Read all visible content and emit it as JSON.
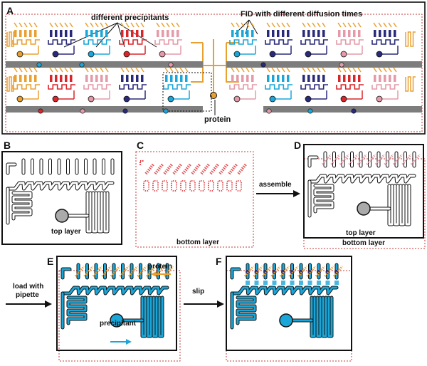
{
  "panels": {
    "A": {
      "label": "A",
      "annotations": {
        "different_precipitants": "different precipitants",
        "fid": "FID with different diffusion times",
        "protein": "protein"
      }
    },
    "B": {
      "label": "B",
      "caption": "top layer"
    },
    "C": {
      "label": "C",
      "caption": "bottom layer"
    },
    "D": {
      "label": "D",
      "caption_top": "top layer",
      "caption_bottom": "bottom layer"
    },
    "E": {
      "label": "E",
      "protein": "protein",
      "precipitant": "precipitant"
    },
    "F": {
      "label": "F"
    }
  },
  "arrows": {
    "assemble": "assemble",
    "load_line1": "load with",
    "load_line2": "pipette",
    "slip": "slip"
  },
  "colors": {
    "orange": "#e8a030",
    "navy": "#2a2a7a",
    "cyan": "#1aa6d8",
    "red": "#d9262b",
    "pink": "#e49aa8",
    "gray": "#7d7d7d",
    "dotted_red": "#c43a3a",
    "black": "#111111"
  }
}
